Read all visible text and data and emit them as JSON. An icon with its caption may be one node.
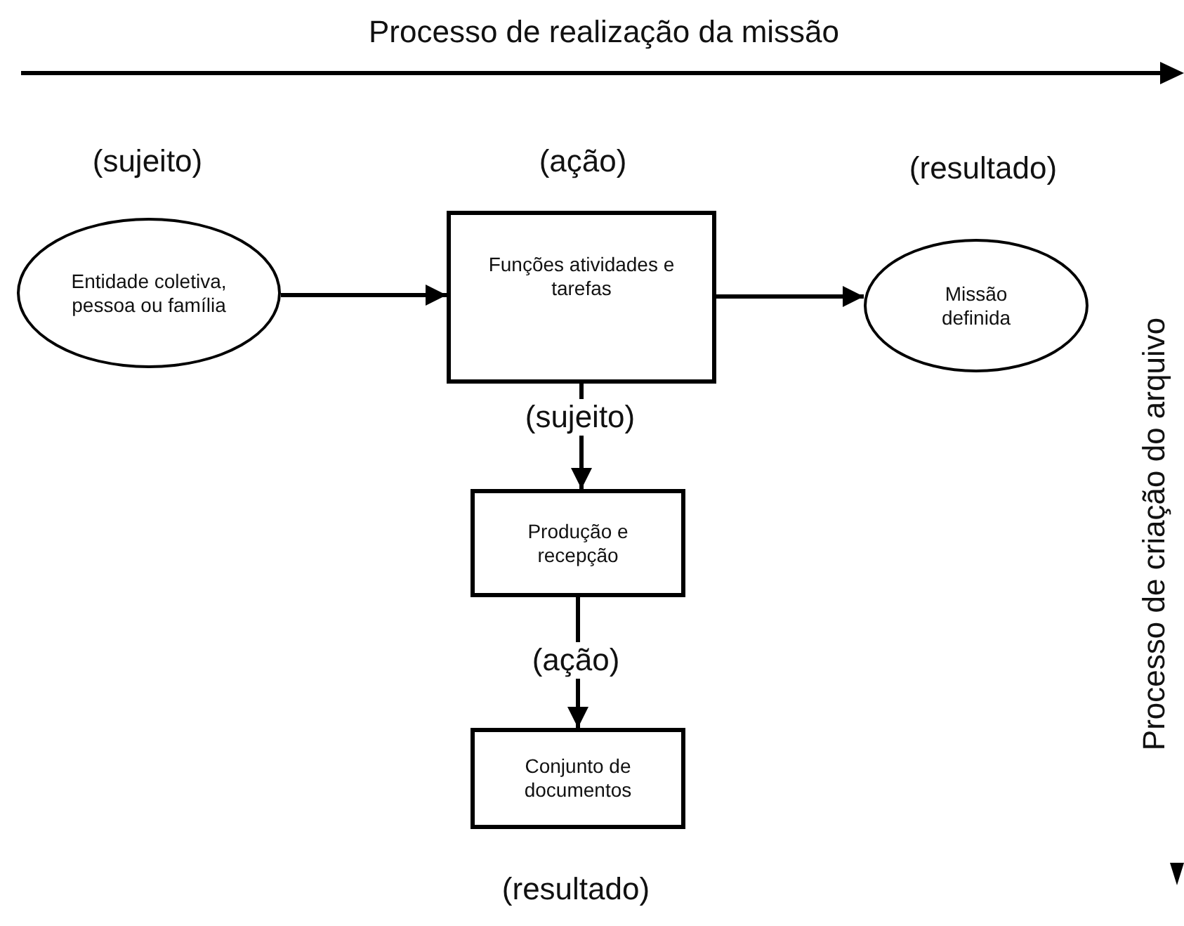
{
  "diagram": {
    "nodes": [
      {
        "text": [
          "Entidade coletiva, pessoa ou família"
        ]
      },
      {
        "text": [
          "Funções atividades e tarefas"
        ]
      },
      {
        "text": [
          "Missão definida"
        ]
      },
      {
        "text": [
          "Produção e recepção"
        ]
      },
      {
        "text": [
          "Conjunto de documentos"
        ]
      }
    ],
    "edges": [
      {
        "from": 0,
        "to": 1,
        "arrow": "to"
      },
      {
        "from": 1,
        "to": 2,
        "arrow": "to"
      },
      {
        "from": 1,
        "to": 3,
        "arrow": "to"
      },
      {
        "from": 3,
        "to": 4,
        "arrow": "to"
      }
    ],
    "labels": [
      "Processo de realização da missão",
      "(sujeito)",
      "(ação)",
      "(resultado)",
      "Processo de criação do arquivo",
      "(sujeito)",
      "(ação)",
      "(resultado)"
    ]
  }
}
